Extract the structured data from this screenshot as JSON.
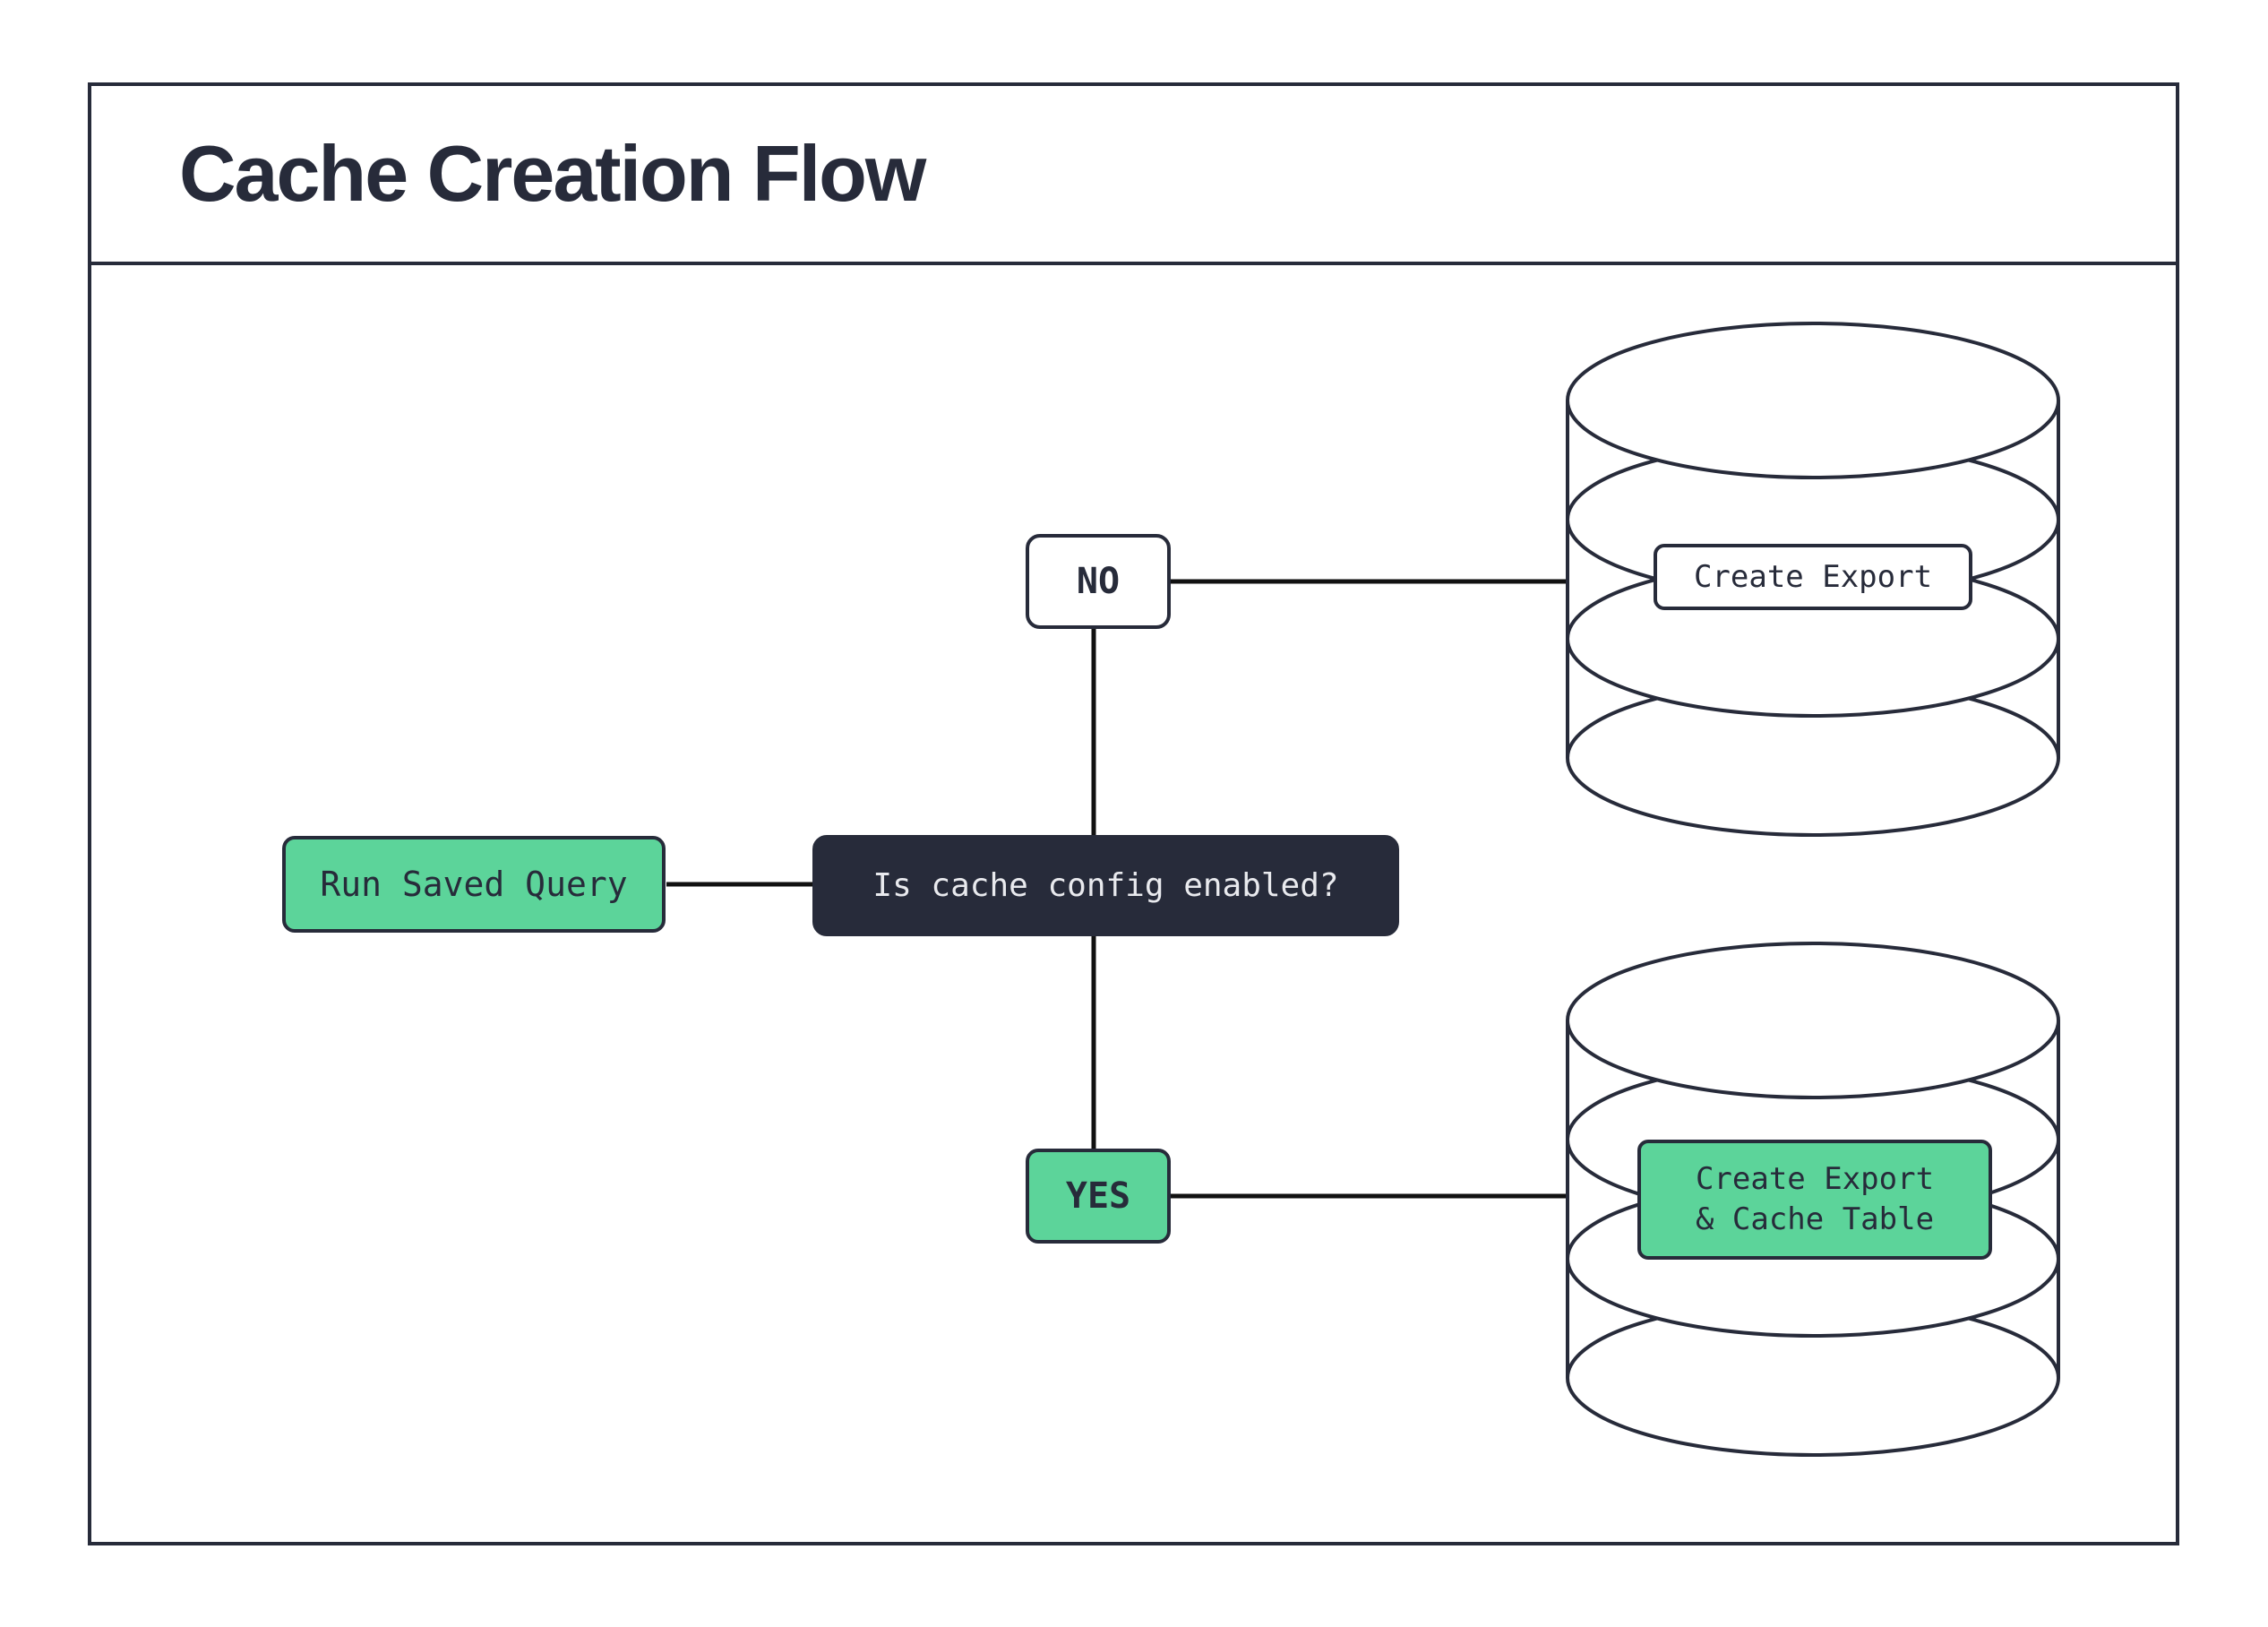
{
  "title": "Cache Creation Flow",
  "colors": {
    "ink": "#272b3a",
    "green": "#5cd49a",
    "connector": "#111111",
    "light_text": "#e9eaee",
    "background": "#ffffff"
  },
  "nodes": {
    "run_saved_query": {
      "label": "Run Saved Query"
    },
    "decision": {
      "label": "Is cache config enabled?"
    },
    "branch_no": {
      "label": "NO"
    },
    "branch_yes": {
      "label": "YES"
    },
    "db_no_label": {
      "label": "Create Export"
    },
    "db_yes_label": {
      "line1": "Create Export",
      "line2": "& Cache Table"
    }
  },
  "icons": [
    {
      "name": "database-cylinder-top",
      "meaning": "database/storage"
    },
    {
      "name": "database-cylinder-bottom",
      "meaning": "database/storage"
    }
  ]
}
